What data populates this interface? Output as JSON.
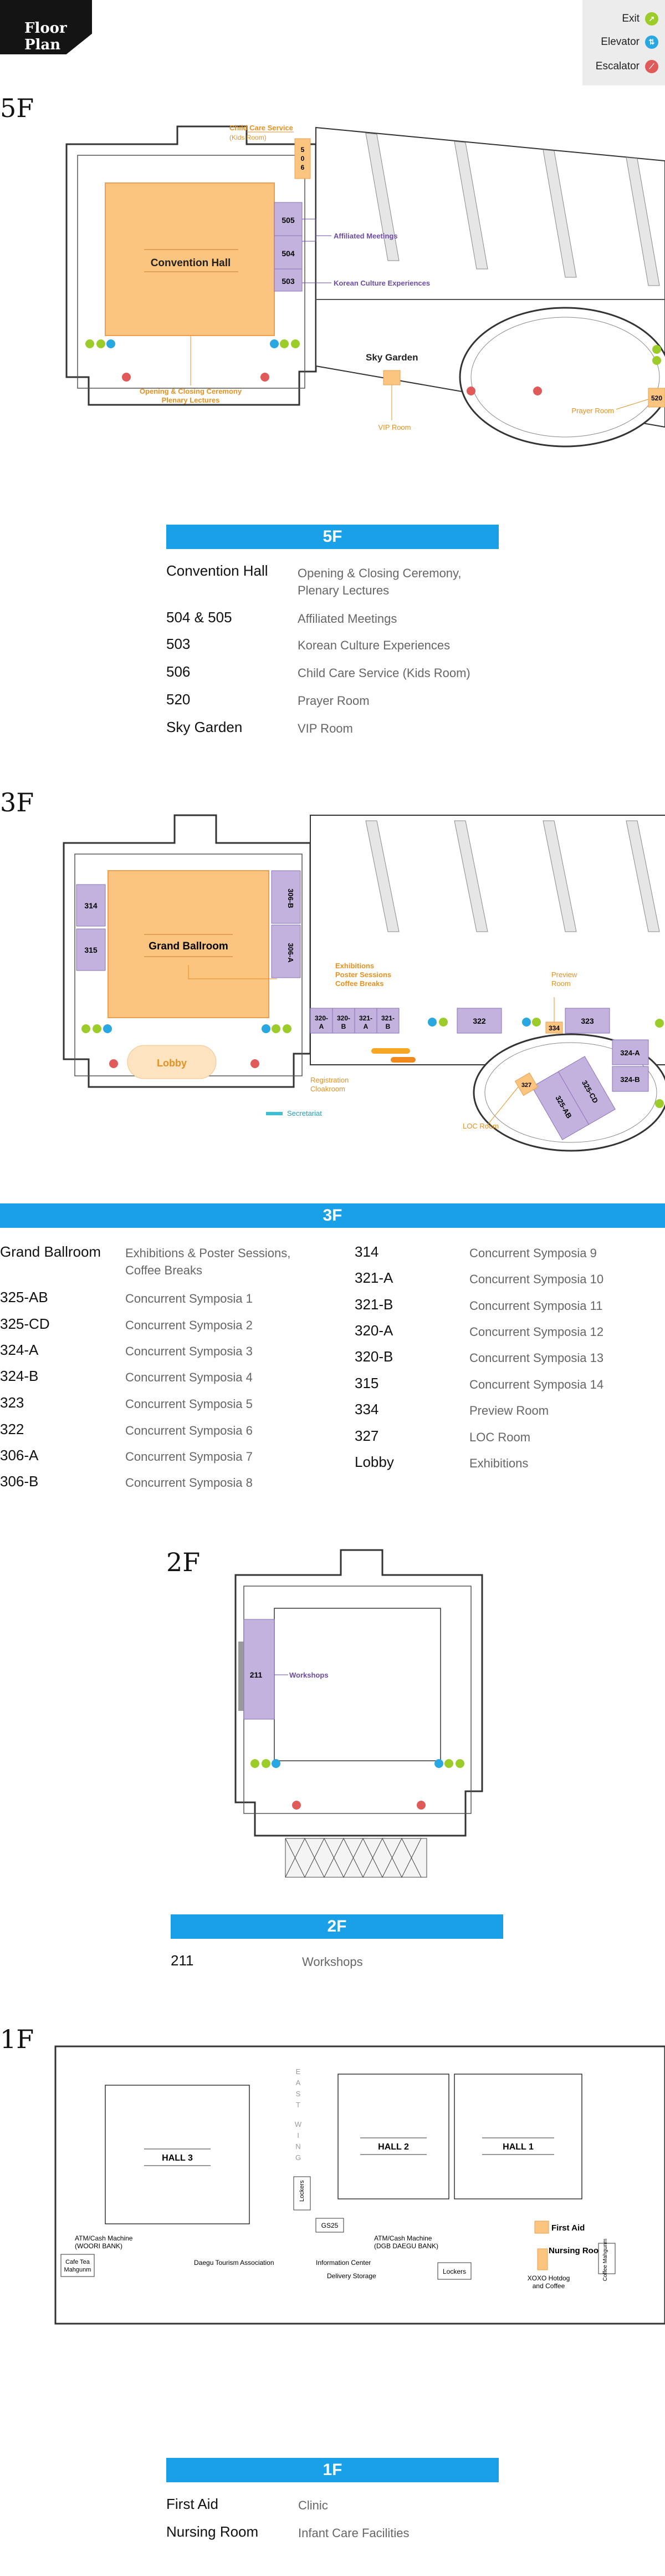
{
  "header": {
    "title": "Floor Plan"
  },
  "legend": {
    "items": [
      {
        "label": "Exit",
        "color": "#9ccc29",
        "icon": "exit-icon"
      },
      {
        "label": "Elevator",
        "color": "#29a7e1",
        "icon": "elevator-icon"
      },
      {
        "label": "Escalator",
        "color": "#e15a5a",
        "icon": "escalator-icon"
      }
    ]
  },
  "colors": {
    "bar": "#1aa0e6",
    "orange_room": "#fbc57f",
    "purple_room": "#c3b2dd",
    "callout_orange": "#e69121",
    "callout_purple": "#6c4aa6"
  },
  "floors": {
    "f5": {
      "label": "5F",
      "bar": "5F",
      "map": {
        "convention_hall": "Convention Hall",
        "r505": "505",
        "r504": "504",
        "r503": "503",
        "r506": "5\n0\n6",
        "r520": "520",
        "callout_childcare": "Child Care Service",
        "callout_childcare_sub": "(Kids Room)",
        "callout_affiliated": "Affiliated Meetings",
        "callout_korean": "Korean Culture Experiences",
        "callout_opening_1": "Opening & Closing Ceremony",
        "callout_opening_2": "Plenary Lectures",
        "sky_garden": "Sky Garden",
        "vip_room": "VIP Room",
        "prayer_room": "Prayer Room"
      },
      "rooms": [
        {
          "name": "Convention Hall",
          "desc": [
            "Opening & Closing Ceremony,",
            "Plenary Lectures"
          ]
        },
        {
          "name": "504 & 505",
          "desc": [
            "Affiliated Meetings"
          ]
        },
        {
          "name": "503",
          "desc": [
            "Korean Culture Experiences"
          ]
        },
        {
          "name": "506",
          "desc": [
            "Child Care Service (Kids Room)"
          ]
        },
        {
          "name": "520",
          "desc": [
            "Prayer Room"
          ]
        },
        {
          "name": "Sky Garden",
          "desc": [
            "VIP Room"
          ]
        }
      ]
    },
    "f3": {
      "label": "3F",
      "bar": "3F",
      "map": {
        "grand_ballroom": "Grand Ballroom",
        "r314": "314",
        "r315": "315",
        "r306b": "306-B",
        "r306a": "306-A",
        "r320a": "320-\nA",
        "r320b": "320-\nB",
        "r321a": "321-\nA",
        "r321b": "321-\nB",
        "r322": "322",
        "r323": "323",
        "r334": "334",
        "r324a": "324-A",
        "r324b": "324-B",
        "r327": "327",
        "r325ab": "325-AB",
        "r325cd": "325-CD",
        "lobby": "Lobby",
        "callout_exhibitions_1": "Exhibitions",
        "callout_exhibitions_2": "Poster Sessions",
        "callout_exhibitions_3": "Coffee Breaks",
        "callout_preview_1": "Preview",
        "callout_preview_2": "Room",
        "registration": "Registration",
        "cloakroom": "Cloakroom",
        "secretariat": "Secretariat",
        "loc_room": "LOC Room"
      },
      "rooms_left": [
        {
          "name": "Grand Ballroom",
          "desc": [
            "Exhibitions & Poster Sessions,",
            "Coffee Breaks"
          ]
        },
        {
          "name": "325-AB",
          "desc": [
            "Concurrent Symposia 1"
          ]
        },
        {
          "name": "325-CD",
          "desc": [
            "Concurrent Symposia 2"
          ]
        },
        {
          "name": "324-A",
          "desc": [
            "Concurrent Symposia 3"
          ]
        },
        {
          "name": "324-B",
          "desc": [
            "Concurrent Symposia 4"
          ]
        },
        {
          "name": "323",
          "desc": [
            "Concurrent Symposia 5"
          ]
        },
        {
          "name": "322",
          "desc": [
            "Concurrent Symposia 6"
          ]
        },
        {
          "name": "306-A",
          "desc": [
            "Concurrent Symposia 7"
          ]
        },
        {
          "name": "306-B",
          "desc": [
            "Concurrent Symposia 8"
          ]
        }
      ],
      "rooms_right": [
        {
          "name": "314",
          "desc": [
            "Concurrent Symposia 9"
          ]
        },
        {
          "name": "321-A",
          "desc": [
            "Concurrent Symposia 10"
          ]
        },
        {
          "name": "321-B",
          "desc": [
            "Concurrent Symposia 11"
          ]
        },
        {
          "name": "320-A",
          "desc": [
            "Concurrent Symposia 12"
          ]
        },
        {
          "name": "320-B",
          "desc": [
            "Concurrent Symposia 13"
          ]
        },
        {
          "name": "315",
          "desc": [
            "Concurrent Symposia 14"
          ]
        },
        {
          "name": "334",
          "desc": [
            "Preview Room"
          ]
        },
        {
          "name": "327",
          "desc": [
            "LOC Room"
          ]
        },
        {
          "name": "Lobby",
          "desc": [
            "Exhibitions"
          ]
        }
      ]
    },
    "f2": {
      "label": "2F",
      "bar": "2F",
      "map": {
        "r211": "211",
        "callout_workshops": "Workshops"
      },
      "rooms": [
        {
          "name": "211",
          "desc": [
            "Workshops"
          ]
        }
      ]
    },
    "f1": {
      "label": "1F",
      "bar": "1F",
      "map": {
        "hall3": "HALL 3",
        "hall2": "HALL 2",
        "hall1": "HALL 1",
        "east_wing": "E\nA\nS\nT\n \nW\nI\nN\nG",
        "lockers_v": "Lockers",
        "gs25": "GS25",
        "atm_left_1": "ATM/Cash Machine",
        "atm_left_2": "(WOORI BANK)",
        "cafe_1": "Cafe Tea",
        "cafe_2": "Mahgunm",
        "atm_mid_1": "ATM/Cash Machine",
        "atm_mid_2": "(DGB DAEGU BANK)",
        "tourism": "Daegu Tourism Association",
        "info_center": "Information Center",
        "delivery": "Delivery Storage",
        "lockers": "Lockers",
        "first_aid": "First Aid",
        "nursing": "Nursing Room",
        "xoxo_1": "XOXO Hotdog",
        "xoxo_2": "and Coffee",
        "coffee_v": "Coffee\nMahgunm"
      },
      "rooms": [
        {
          "name": "First Aid",
          "desc": [
            "Clinic"
          ]
        },
        {
          "name": "Nursing Room",
          "desc": [
            "Infant Care Facilities"
          ]
        }
      ]
    }
  }
}
